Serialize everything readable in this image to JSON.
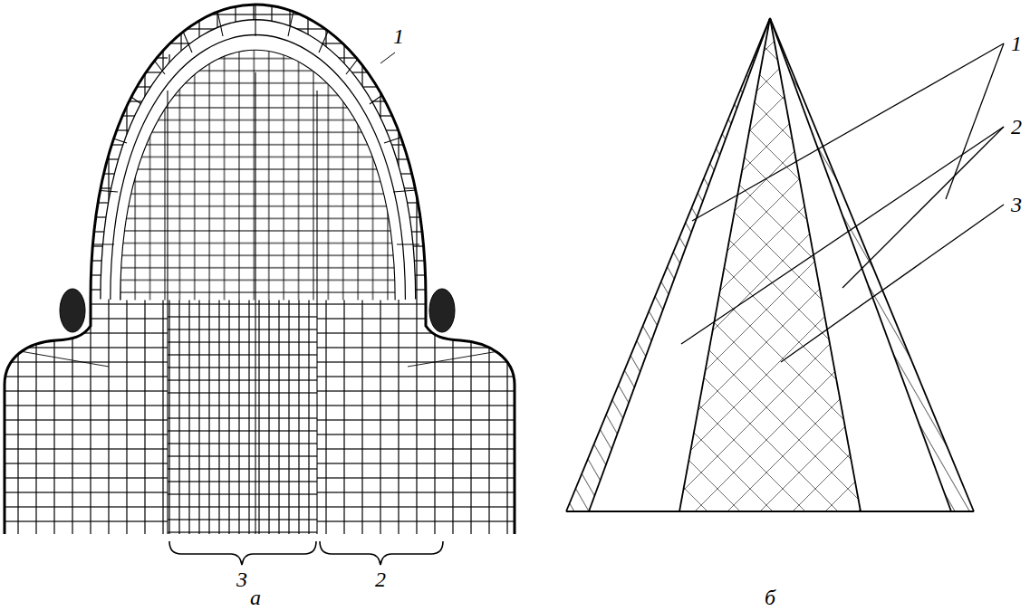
{
  "diagram": {
    "labels": [
      "1",
      "3",
      "2",
      "а",
      "1",
      "2",
      "3",
      "б"
    ]
  }
}
